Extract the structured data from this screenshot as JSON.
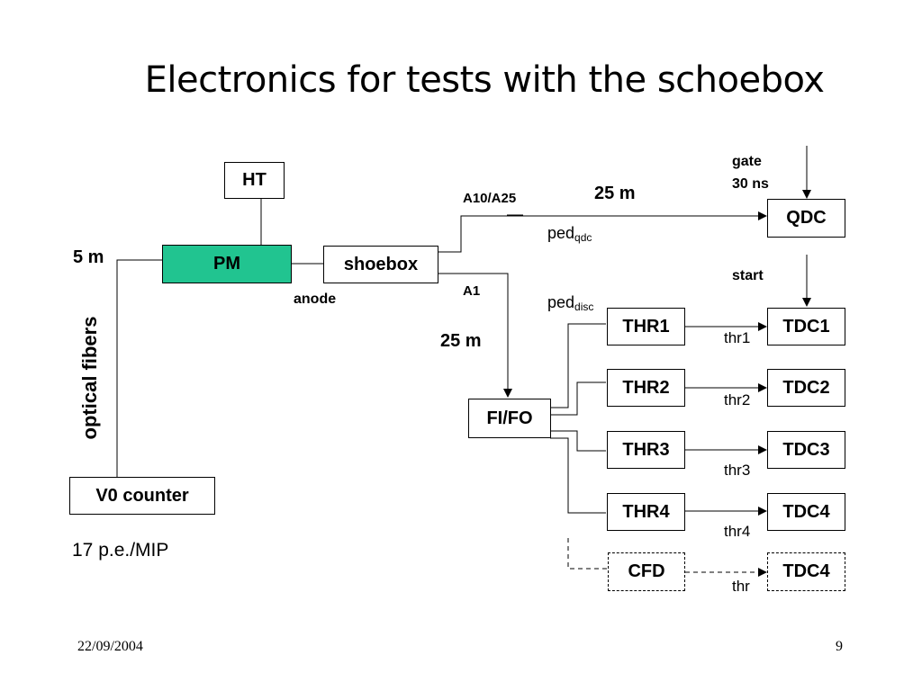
{
  "slide": {
    "title": "Electronics for tests with the schoebox",
    "date": "22/09/2004",
    "page": "9"
  },
  "diagram": {
    "boxes": {
      "ht": "HT",
      "pm": "PM",
      "shoebox": "shoebox",
      "qdc": "QDC",
      "fifo": "FI/FO",
      "v0": "V0 counter",
      "thr1": "THR1",
      "thr2": "THR2",
      "thr3": "THR3",
      "thr4": "THR4",
      "cfd": "CFD",
      "tdc1": "TDC1",
      "tdc2": "TDC2",
      "tdc3": "TDC3",
      "tdc4": "TDC4",
      "tdc4b": "TDC4"
    },
    "labels": {
      "gate": "gate",
      "gate_width": "30 ns",
      "start": "start",
      "a10a25": "A10/A25",
      "a1": "A1",
      "cable_qdc": "25 m",
      "cable_fifo": "25 m",
      "cable_fiber": "5 m",
      "anode": "anode",
      "ped_qdc": "ped",
      "ped_qdc_sub": "qdc",
      "ped_disc": "ped",
      "ped_disc_sub": "disc",
      "optical_fibers": "optical fibers",
      "pe_mip": "17 p.e./MIP",
      "thr1": "thr1",
      "thr2": "thr2",
      "thr3": "thr3",
      "thr4": "thr4",
      "thr": "thr"
    },
    "colors": {
      "pm_fill": "#21c490",
      "line": "#000000"
    }
  }
}
